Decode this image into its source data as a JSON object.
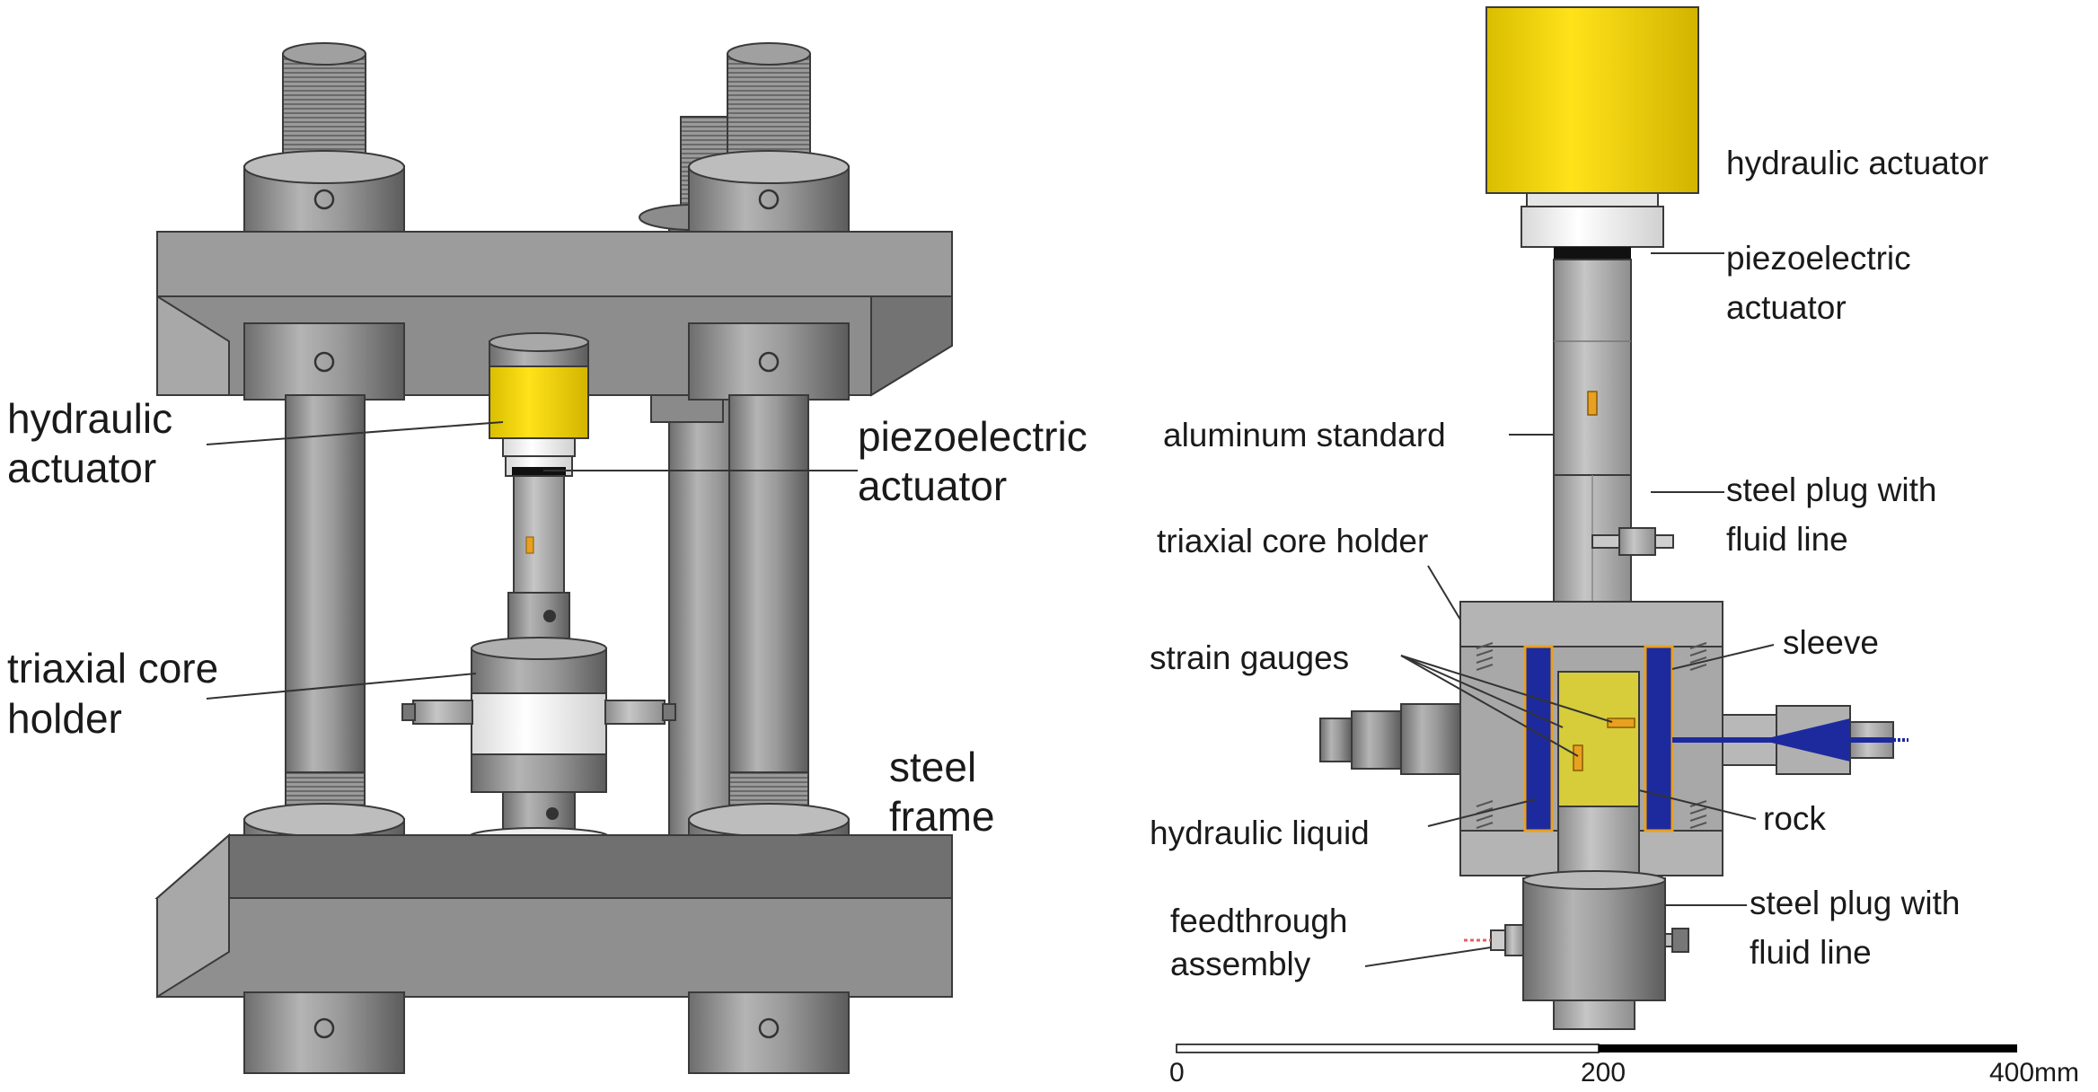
{
  "left_panel": {
    "labels": {
      "hydraulic_actuator": [
        "hydraulic",
        "actuator"
      ],
      "piezoelectric_actuator": [
        "piezoelectric",
        "actuator"
      ],
      "triaxial_core_holder": [
        "triaxial core",
        "holder"
      ],
      "steel_frame": [
        "steel",
        "frame"
      ]
    }
  },
  "right_panel": {
    "labels": {
      "hydraulic_actuator": "hydraulic actuator",
      "piezoelectric_actuator": [
        "piezoelectric",
        "actuator"
      ],
      "aluminum_standard": "aluminum standard",
      "steel_plug_top": [
        "steel plug with",
        "fluid line"
      ],
      "triaxial_core_holder": "triaxial core holder",
      "strain_gauges": "strain gauges",
      "sleeve": "sleeve",
      "hydraulic_liquid": "hydraulic liquid",
      "rock": "rock",
      "feedthrough_assembly": [
        "feedthrough",
        "assembly"
      ],
      "steel_plug_bottom": [
        "steel plug with",
        "fluid line"
      ]
    }
  },
  "scale_bar": {
    "ticks": [
      "0",
      "200",
      "400mm"
    ]
  },
  "colors": {
    "steel": "#a6a6a6",
    "steel_dark": "#7a7a7a",
    "actuator_yellow": "#f5d800",
    "rock_yellow": "#d7cc3a",
    "sleeve_blue": "#1d2a9e",
    "piezo_white": "#f2f2f2",
    "gauge_orange": "#e8a020"
  }
}
